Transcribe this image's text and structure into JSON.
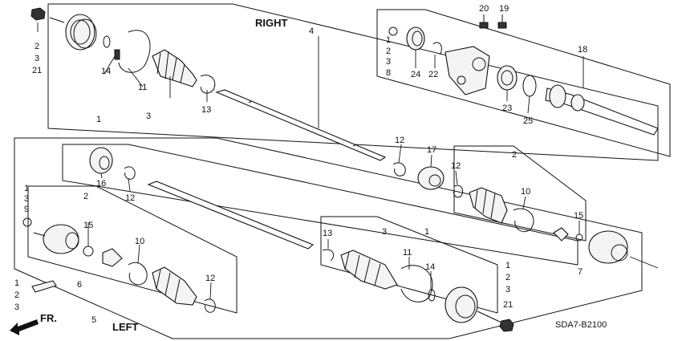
{
  "diagram": {
    "section_right": "RIGHT",
    "section_left": "LEFT",
    "direction_arrow": "FR.",
    "diagram_code": "SDA7-B2100",
    "callouts": [
      {
        "id": "c_r_top_a1",
        "text": "2"
      },
      {
        "id": "c_r_top_a2",
        "text": "3"
      },
      {
        "id": "c_r_top_a3",
        "text": "21"
      },
      {
        "id": "c_4",
        "text": "4"
      },
      {
        "id": "c_r_14",
        "text": "14"
      },
      {
        "id": "c_r_11",
        "text": "11"
      },
      {
        "id": "c_r_3",
        "text": "3"
      },
      {
        "id": "c_r_1",
        "text": "1"
      },
      {
        "id": "c_r_13",
        "text": "13"
      },
      {
        "id": "c_kit_1",
        "text": "1"
      },
      {
        "id": "c_kit_2",
        "text": "2"
      },
      {
        "id": "c_kit_3",
        "text": "3"
      },
      {
        "id": "c_kit_8",
        "text": "8"
      },
      {
        "id": "c_20",
        "text": "20"
      },
      {
        "id": "c_19",
        "text": "19"
      },
      {
        "id": "c_18",
        "text": "18"
      },
      {
        "id": "c_24",
        "text": "24"
      },
      {
        "id": "c_22",
        "text": "22"
      },
      {
        "id": "c_23",
        "text": "23"
      },
      {
        "id": "c_25",
        "text": "25"
      },
      {
        "id": "c_12a",
        "text": "12"
      },
      {
        "id": "c_17",
        "text": "17"
      },
      {
        "id": "c_2r",
        "text": "2"
      },
      {
        "id": "c_12b",
        "text": "12"
      },
      {
        "id": "c_10r",
        "text": "10"
      },
      {
        "id": "c_15r",
        "text": "15"
      },
      {
        "id": "c_7",
        "text": "7"
      },
      {
        "id": "c_16",
        "text": "16"
      },
      {
        "id": "c_12c",
        "text": "12"
      },
      {
        "id": "c_l_1",
        "text": "1"
      },
      {
        "id": "c_l_3",
        "text": "3"
      },
      {
        "id": "c_l_9",
        "text": "9"
      },
      {
        "id": "c_l_2",
        "text": "2"
      },
      {
        "id": "c_l_15",
        "text": "15"
      },
      {
        "id": "c_l_10",
        "text": "10"
      },
      {
        "id": "c_l_12",
        "text": "12"
      },
      {
        "id": "c_l_6",
        "text": "6"
      },
      {
        "id": "c_l_1b",
        "text": "1"
      },
      {
        "id": "c_l_2b",
        "text": "2"
      },
      {
        "id": "c_l_3b",
        "text": "3"
      },
      {
        "id": "c_l_5",
        "text": "5"
      },
      {
        "id": "c_l_13",
        "text": "13"
      },
      {
        "id": "c_l_3c",
        "text": "3"
      },
      {
        "id": "c_l_1c",
        "text": "1"
      },
      {
        "id": "c_l_11",
        "text": "11"
      },
      {
        "id": "c_l_14",
        "text": "14"
      },
      {
        "id": "c_l_e1",
        "text": "1"
      },
      {
        "id": "c_l_e2",
        "text": "2"
      },
      {
        "id": "c_l_e3",
        "text": "3"
      },
      {
        "id": "c_l_e21",
        "text": "21"
      }
    ]
  }
}
